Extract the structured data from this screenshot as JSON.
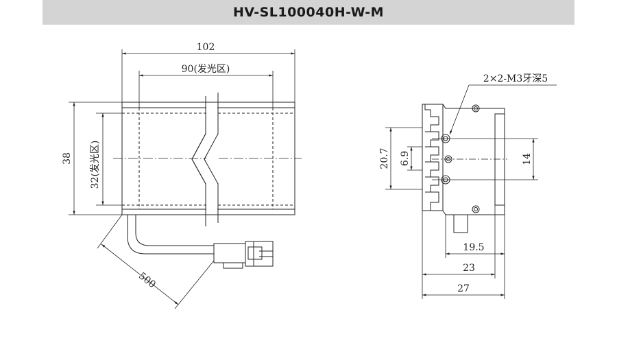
{
  "header": {
    "title": "HV-SL100040H-W-M"
  },
  "front_view": {
    "overall_width": "102",
    "emitting_width": "90(发光区)",
    "overall_height": "38",
    "emitting_height": "32(发光区)",
    "cable_length": "500"
  },
  "side_view": {
    "hole_note": "2×2-M3牙深5",
    "hole_pitch": "20.7",
    "slot_pitch": "6.9",
    "mount_height": "14",
    "depth_inner": "19.5",
    "depth_mid": "23",
    "depth_total": "27"
  }
}
